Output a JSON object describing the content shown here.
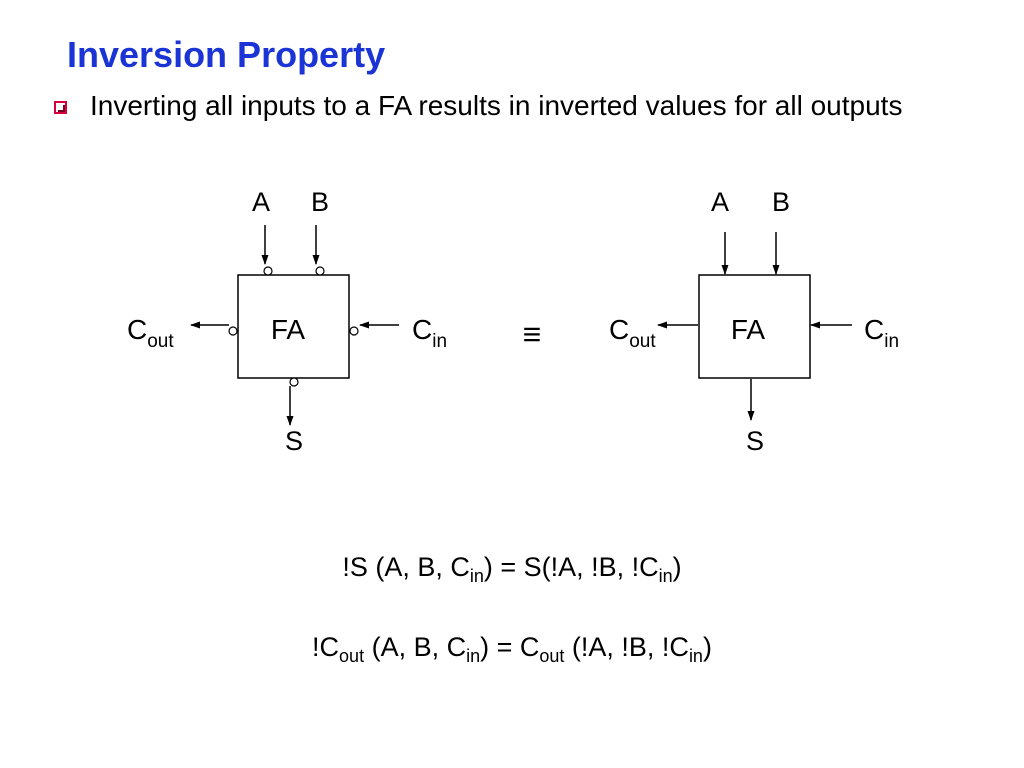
{
  "slide": {
    "title": "Inversion Property",
    "bullet": "Inverting all inputs to a FA results in inverted values for all outputs"
  },
  "diagram": {
    "left": {
      "block_label": "FA",
      "input_a": "A",
      "input_b": "B",
      "carry_in": "C",
      "carry_in_sub": "in",
      "carry_out": "C",
      "carry_out_sub": "out",
      "sum": "S"
    },
    "equivalence_symbol": "≡",
    "right": {
      "block_label": "FA",
      "input_a": "A",
      "input_b": "B",
      "carry_in": "C",
      "carry_in_sub": "in",
      "carry_out": "C",
      "carry_out_sub": "out",
      "sum": "S"
    }
  },
  "equations": {
    "eq1": {
      "p1": "!S (A, B, C",
      "s1": "in",
      "p2": ") = S(!A, !B, !C",
      "s2": "in",
      "p3": ")"
    },
    "eq2": {
      "p1": "!C",
      "s1": "out",
      "p2": " (A, B, C",
      "s2": "in",
      "p3": ") = C",
      "s3": "out",
      "p4": " (!A, !B, !C",
      "s4": "in",
      "p5": ")"
    }
  }
}
